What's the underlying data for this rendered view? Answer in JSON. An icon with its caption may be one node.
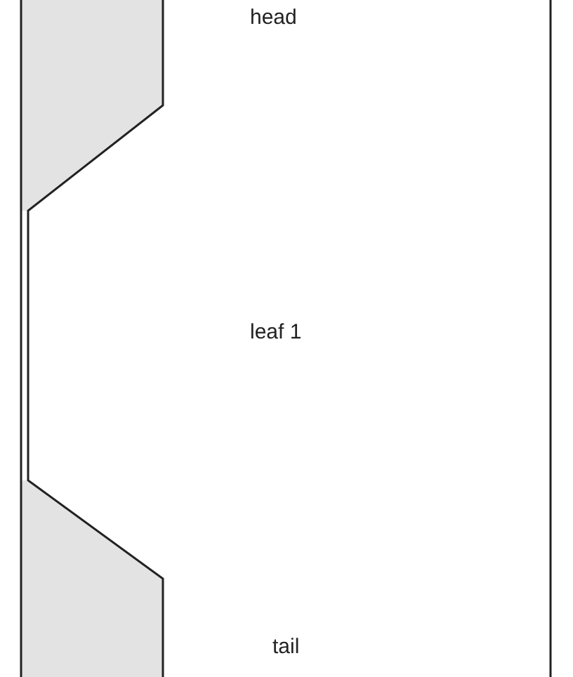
{
  "diagram": {
    "labels": [
      "head",
      "leaf 1",
      "tail"
    ]
  }
}
